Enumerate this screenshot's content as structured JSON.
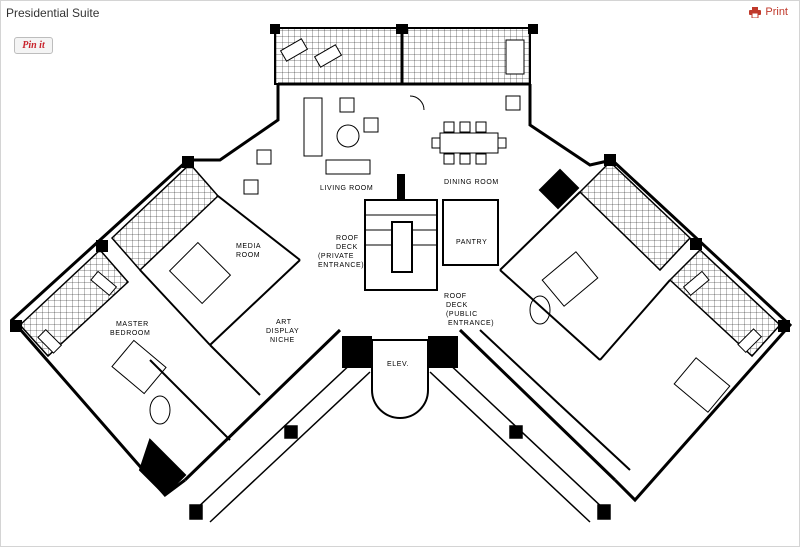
{
  "header": {
    "title": "Presidential Suite",
    "print_label": "Print",
    "pin_label": "Pin it"
  },
  "plan": {
    "rooms": {
      "living_room": "LIVING ROOM",
      "dining_room": "DINING ROOM",
      "media_room_1": "MEDIA",
      "media_room_2": "ROOM",
      "master_1": "MASTER",
      "master_2": "BEDROOM",
      "art_1": "ART",
      "art_2": "DISPLAY",
      "art_3": "NICHE",
      "roof_private_1": "ROOF",
      "roof_private_2": "DECK",
      "roof_private_3": "(PRIVATE",
      "roof_private_4": "ENTRANCE)",
      "pantry": "PANTRY",
      "roof_public_1": "ROOF",
      "roof_public_2": "DECK",
      "roof_public_3": "(PUBLIC",
      "roof_public_4": "ENTRANCE)",
      "elev": "ELEV."
    }
  },
  "colors": {
    "print_red": "#c0392b",
    "pin_red": "#c8232c",
    "wall": "#000000"
  },
  "icons": {
    "print": "printer-icon"
  }
}
